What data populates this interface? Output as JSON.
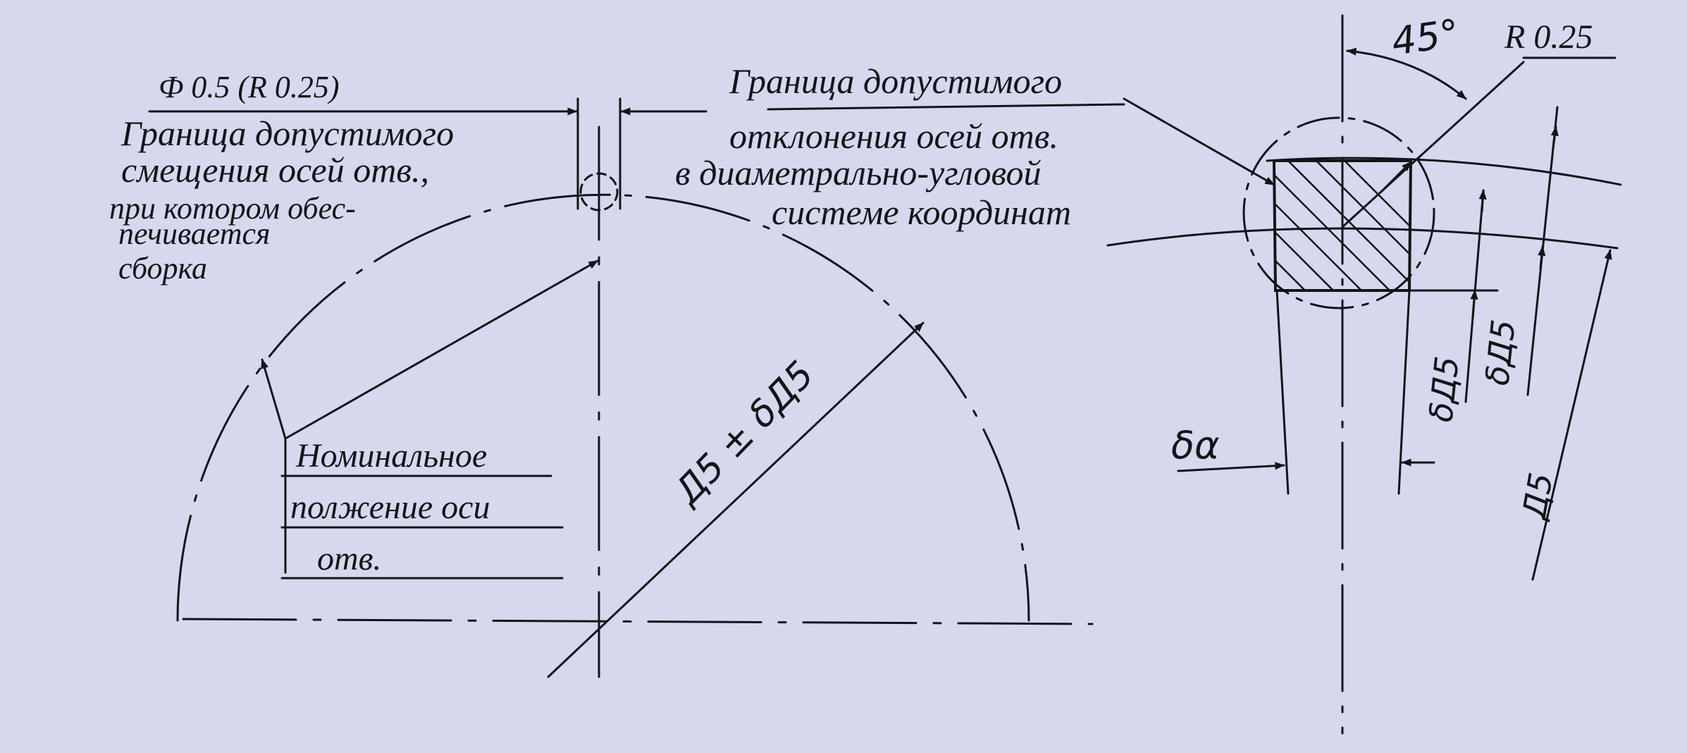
{
  "labels": {
    "hole_size": "Ф 0.5 (R 0.25)",
    "left_note": [
      "Граница допустимого",
      "смещения осей отв.,",
      "при котором обес-",
      "печивается",
      "сборка"
    ],
    "nominal": [
      "Номинальное",
      "полжение оси",
      "отв."
    ],
    "radius_dim": "Д5 ± δД5",
    "right_note": [
      "Граница допустимого",
      "отклонения осей отв.",
      "в диаметрально-угловой",
      "системе координат"
    ],
    "angle": "45°",
    "radius_tol": "R 0.25",
    "delta_alpha": "δα",
    "delta_d1": "δД5",
    "delta_d2": "δД5",
    "d5": "Д5"
  },
  "colors": {
    "ink": "#141418",
    "paper": "#d6d8ee"
  }
}
